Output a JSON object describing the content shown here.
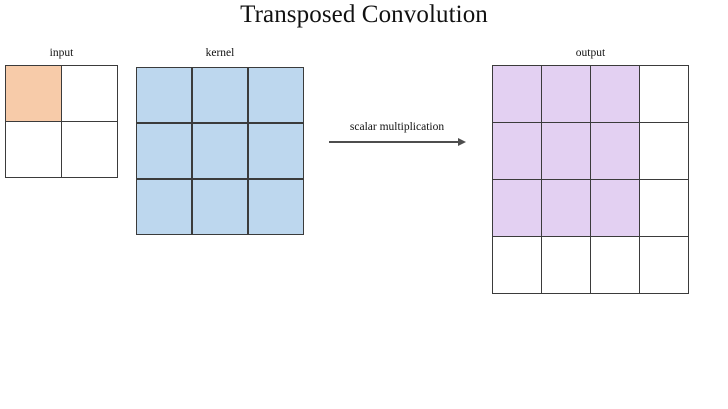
{
  "figure": {
    "title": "Transposed Convolution",
    "background_color": "#ffffff",
    "border_color": "#3b3b3b"
  },
  "operation": {
    "label": "scalar multiplication",
    "arrow_direction": "right",
    "arrow_color": "#4d4d4d"
  },
  "grids": {
    "input": {
      "label": "input",
      "rows": 2,
      "cols": 2,
      "highlight_color": "#f7cba9",
      "cells": [
        [
          "peach",
          "white"
        ],
        [
          "white",
          "white"
        ]
      ]
    },
    "kernel": {
      "label": "kernel",
      "rows": 3,
      "cols": 3,
      "highlight_color": "#bdd7ee",
      "cells": [
        [
          "blue",
          "blue",
          "blue"
        ],
        [
          "blue",
          "blue",
          "blue"
        ],
        [
          "blue",
          "blue",
          "blue"
        ]
      ]
    },
    "output": {
      "label": "output",
      "rows": 4,
      "cols": 4,
      "highlight_color": "#e3d0f2",
      "cells": [
        [
          "purple",
          "purple",
          "purple",
          "white"
        ],
        [
          "purple",
          "purple",
          "purple",
          "white"
        ],
        [
          "purple",
          "purple",
          "purple",
          "white"
        ],
        [
          "white",
          "white",
          "white",
          "white"
        ]
      ]
    }
  }
}
